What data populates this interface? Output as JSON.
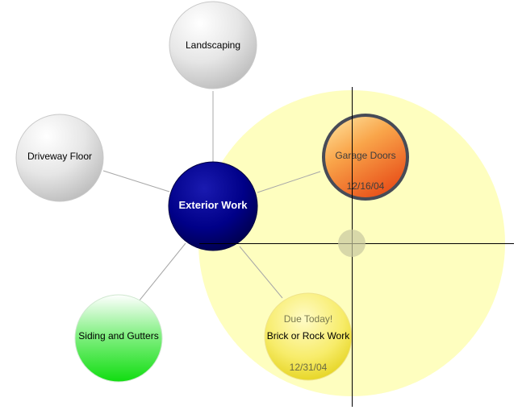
{
  "center_node": {
    "label": "Exterior Work"
  },
  "nodes": [
    {
      "key": "landscaping",
      "label": "Landscaping",
      "date": "",
      "status": ""
    },
    {
      "key": "driveway-floor",
      "label": "Driveway Floor",
      "date": "",
      "status": ""
    },
    {
      "key": "garage-doors",
      "label": "Garage Doors",
      "date": "12/16/04",
      "status": ""
    },
    {
      "key": "siding-gutters",
      "label": "Siding and Gutters",
      "date": "",
      "status": ""
    },
    {
      "key": "brick-rock-work",
      "label": "Brick or Rock Work",
      "date": "12/31/04",
      "status": "Due Today!"
    }
  ],
  "colors": {
    "gray_node": "#d4d4d4",
    "center_node": "#000080",
    "garage_node": "#ee6d1f",
    "siding_node": "#22dd22",
    "brick_node": "#ecd82a",
    "highlight_circle": "#fefeb4",
    "connector": "#a8a8a8",
    "crosshair": "#000000"
  }
}
